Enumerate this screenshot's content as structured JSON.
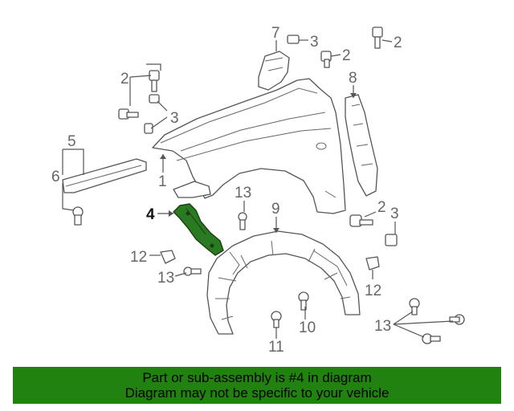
{
  "diagram": {
    "highlight_color": "#2a7a22",
    "callouts": {
      "c1": "1",
      "c2a": "2",
      "c2b": "2",
      "c2c": "2",
      "c2d": "2",
      "c3a": "3",
      "c3b": "3",
      "c3c": "3",
      "c4": "4",
      "c5": "5",
      "c6": "6",
      "c7": "7",
      "c8": "8",
      "c9": "9",
      "c10": "10",
      "c11": "11",
      "c12a": "12",
      "c12b": "12",
      "c13a": "13",
      "c13b": "13",
      "c13c": "13"
    }
  },
  "banner": {
    "line1": "Part or sub-assembly is #4 in diagram",
    "line2": "Diagram may not be specific to your vehicle",
    "background": "#21820f"
  }
}
